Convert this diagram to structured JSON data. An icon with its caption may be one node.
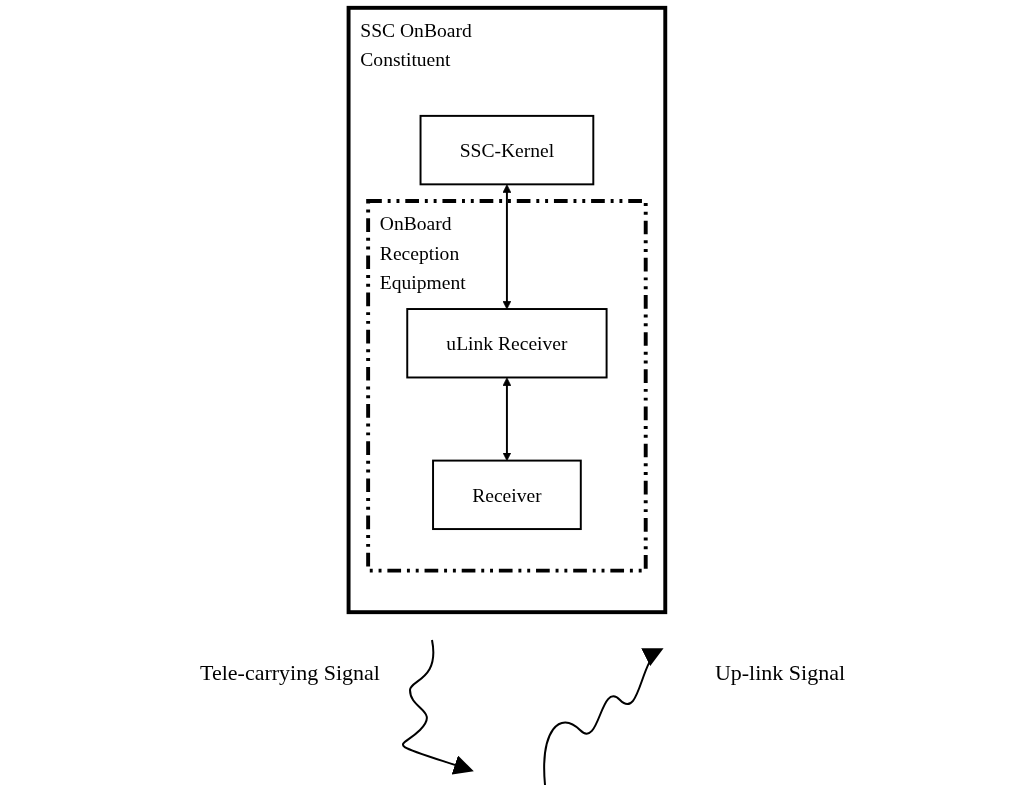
{
  "diagram": {
    "nodes": [
      {
        "text": [
          "SSC OnBoard Constituent"
        ]
      },
      {
        "text": [
          "SSC-Kernel"
        ],
        "in": 0
      },
      {
        "text": [
          "OnBoard Reception Equipment"
        ],
        "in": 0
      },
      {
        "text": [
          "uLink Receiver"
        ],
        "in": 2
      },
      {
        "text": [
          "Receiver"
        ],
        "in": 2
      }
    ],
    "edges": [
      {
        "from": 1,
        "to": 3,
        "arrow": "both"
      },
      {
        "from": 3,
        "to": 4,
        "arrow": "both"
      }
    ],
    "labels": [
      "Tele-carrying Signal",
      "Up-link Signal"
    ]
  }
}
